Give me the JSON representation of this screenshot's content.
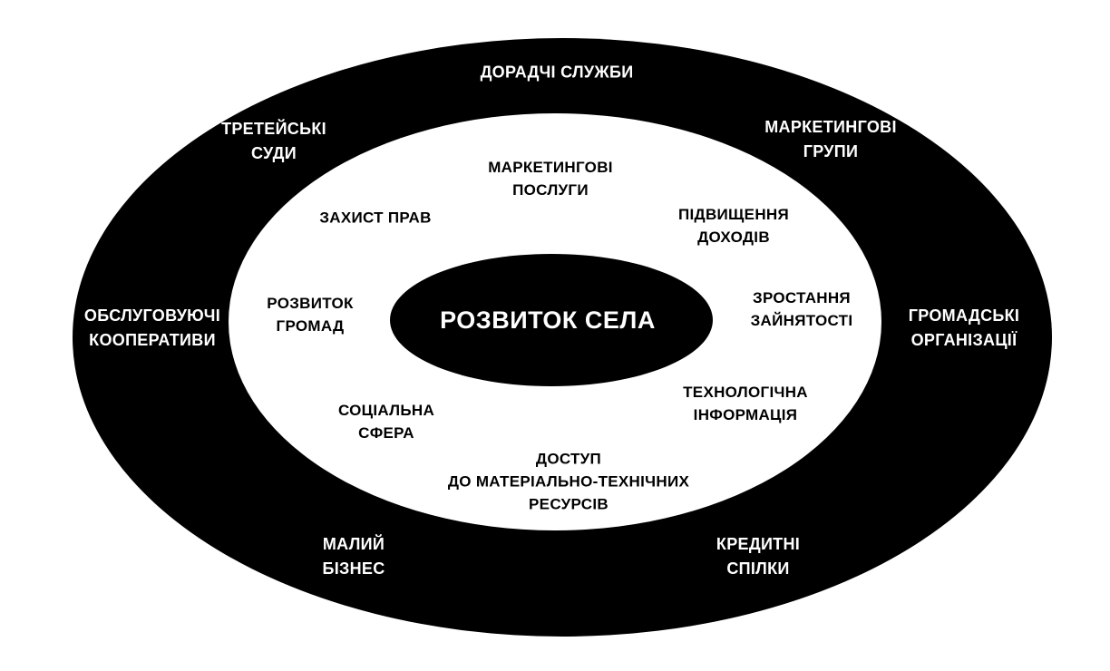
{
  "colors": {
    "ring": "#000000",
    "inner_field": "#ffffff",
    "core": "#000000"
  },
  "center": {
    "label": "РОЗВИТОК СЕЛА"
  },
  "outer_ring": [
    {
      "id": "doradchi",
      "lines": [
        "ДОРАДЧІ СЛУЖБИ"
      ]
    },
    {
      "id": "treteiski",
      "lines": [
        "ТРЕТЕЙСЬКІ",
        "СУДИ"
      ]
    },
    {
      "id": "marketynhovi-hrupy",
      "lines": [
        "МАРКЕТИНГОВІ",
        "ГРУПИ"
      ]
    },
    {
      "id": "obsluhovuiuchi",
      "lines": [
        "ОБСЛУГОВУЮЧІ",
        "КООПЕРАТИВИ"
      ]
    },
    {
      "id": "hromadski",
      "lines": [
        "ГРОМАДСЬКІ",
        "ОРГАНІЗАЦІЇ"
      ]
    },
    {
      "id": "malyi-biznes",
      "lines": [
        "МАЛИЙ",
        "БІЗНЕС"
      ]
    },
    {
      "id": "kredytni",
      "lines": [
        "КРЕДИТНІ",
        "СПІЛКИ"
      ]
    }
  ],
  "inner_ring": [
    {
      "id": "marketynhovi-posluhy",
      "lines": [
        "МАРКЕТИНГОВІ",
        "ПОСЛУГИ"
      ]
    },
    {
      "id": "zakhyst-prav",
      "lines": [
        "ЗАХИСТ ПРАВ"
      ]
    },
    {
      "id": "pidvyshchennia",
      "lines": [
        "ПІДВИЩЕННЯ",
        "ДОХОДІВ"
      ]
    },
    {
      "id": "rozvytok-hromad",
      "lines": [
        "РОЗВИТОК",
        "ГРОМАД"
      ]
    },
    {
      "id": "zrostannia",
      "lines": [
        "ЗРОСТАННЯ",
        "ЗАЙНЯТОСТІ"
      ]
    },
    {
      "id": "sotsialna",
      "lines": [
        "СОЦІАЛЬНА",
        "СФЕРА"
      ]
    },
    {
      "id": "tekhnolohichna",
      "lines": [
        "ТЕХНОЛОГІЧНА",
        "ІНФОРМАЦІЯ"
      ]
    },
    {
      "id": "dostup",
      "lines": [
        "ДОСТУП",
        "ДО МАТЕРІАЛЬНО-ТЕХНІЧНИХ",
        "РЕСУРСІВ"
      ]
    }
  ]
}
